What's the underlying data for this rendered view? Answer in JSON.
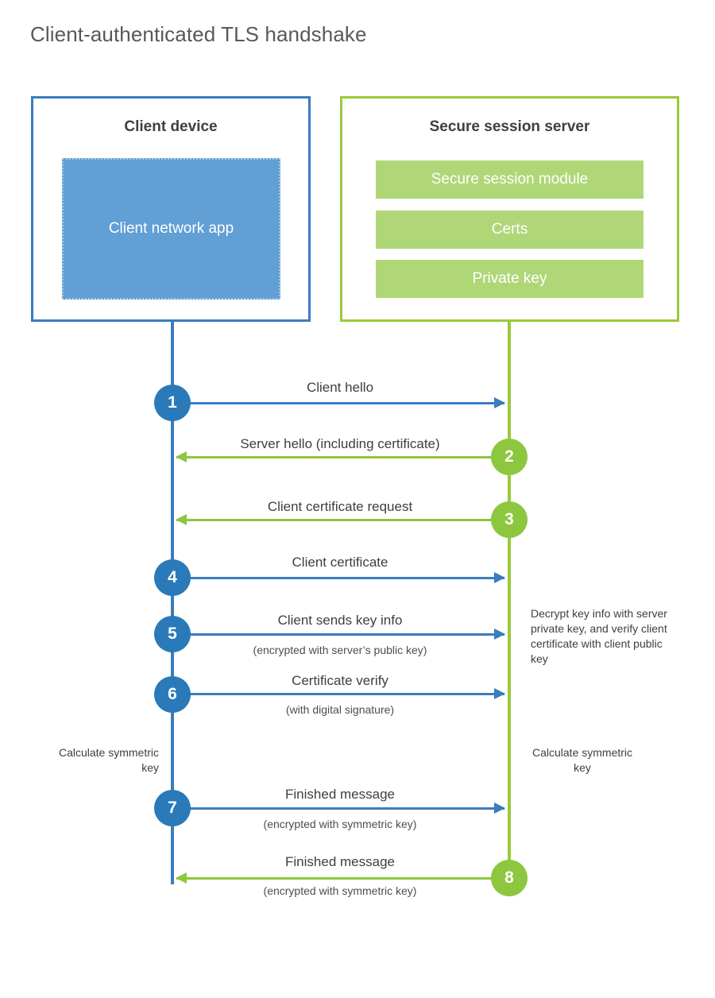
{
  "title": "Client-authenticated TLS handshake",
  "colors": {
    "client_accent": "#3a7cbe",
    "client_circle": "#2a7ab9",
    "client_app_fill": "#619fd4",
    "server_accent": "#9aca3c",
    "server_circle": "#8dc63f",
    "server_bar_fill": "#afd777",
    "text": "#3c4043",
    "title_text": "#55595c"
  },
  "entities": {
    "client": {
      "title": "Client device",
      "component": "Client network app"
    },
    "server": {
      "title": "Secure session server",
      "components": [
        "Secure session module",
        "Certs",
        "Private key"
      ]
    }
  },
  "steps": [
    {
      "number": "1",
      "label": "Client hello",
      "sub": "",
      "direction": "to-server",
      "actor": "client"
    },
    {
      "number": "2",
      "label": "Server hello (including certificate)",
      "sub": "",
      "direction": "to-client",
      "actor": "server"
    },
    {
      "number": "3",
      "label": "Client certificate request",
      "sub": "",
      "direction": "to-client",
      "actor": "server"
    },
    {
      "number": "4",
      "label": "Client certificate",
      "sub": "",
      "direction": "to-server",
      "actor": "client"
    },
    {
      "number": "5",
      "label": "Client sends key info",
      "sub": "(encrypted with server’s public key)",
      "direction": "to-server",
      "actor": "client"
    },
    {
      "number": "6",
      "label": "Certificate verify",
      "sub": "(with digital signature)",
      "direction": "to-server",
      "actor": "client"
    },
    {
      "number": "7",
      "label": "Finished message",
      "sub": "(encrypted with symmetric key)",
      "direction": "to-server",
      "actor": "client"
    },
    {
      "number": "8",
      "label": "Finished message",
      "sub": "(encrypted with symmetric key)",
      "direction": "to-client",
      "actor": "server"
    }
  ],
  "notes": {
    "server_decrypt": "Decrypt key info with server private key, and verify client certificate with client public key",
    "client_calc": "Calculate symmetric key",
    "server_calc": "Calculate symmetric key"
  }
}
